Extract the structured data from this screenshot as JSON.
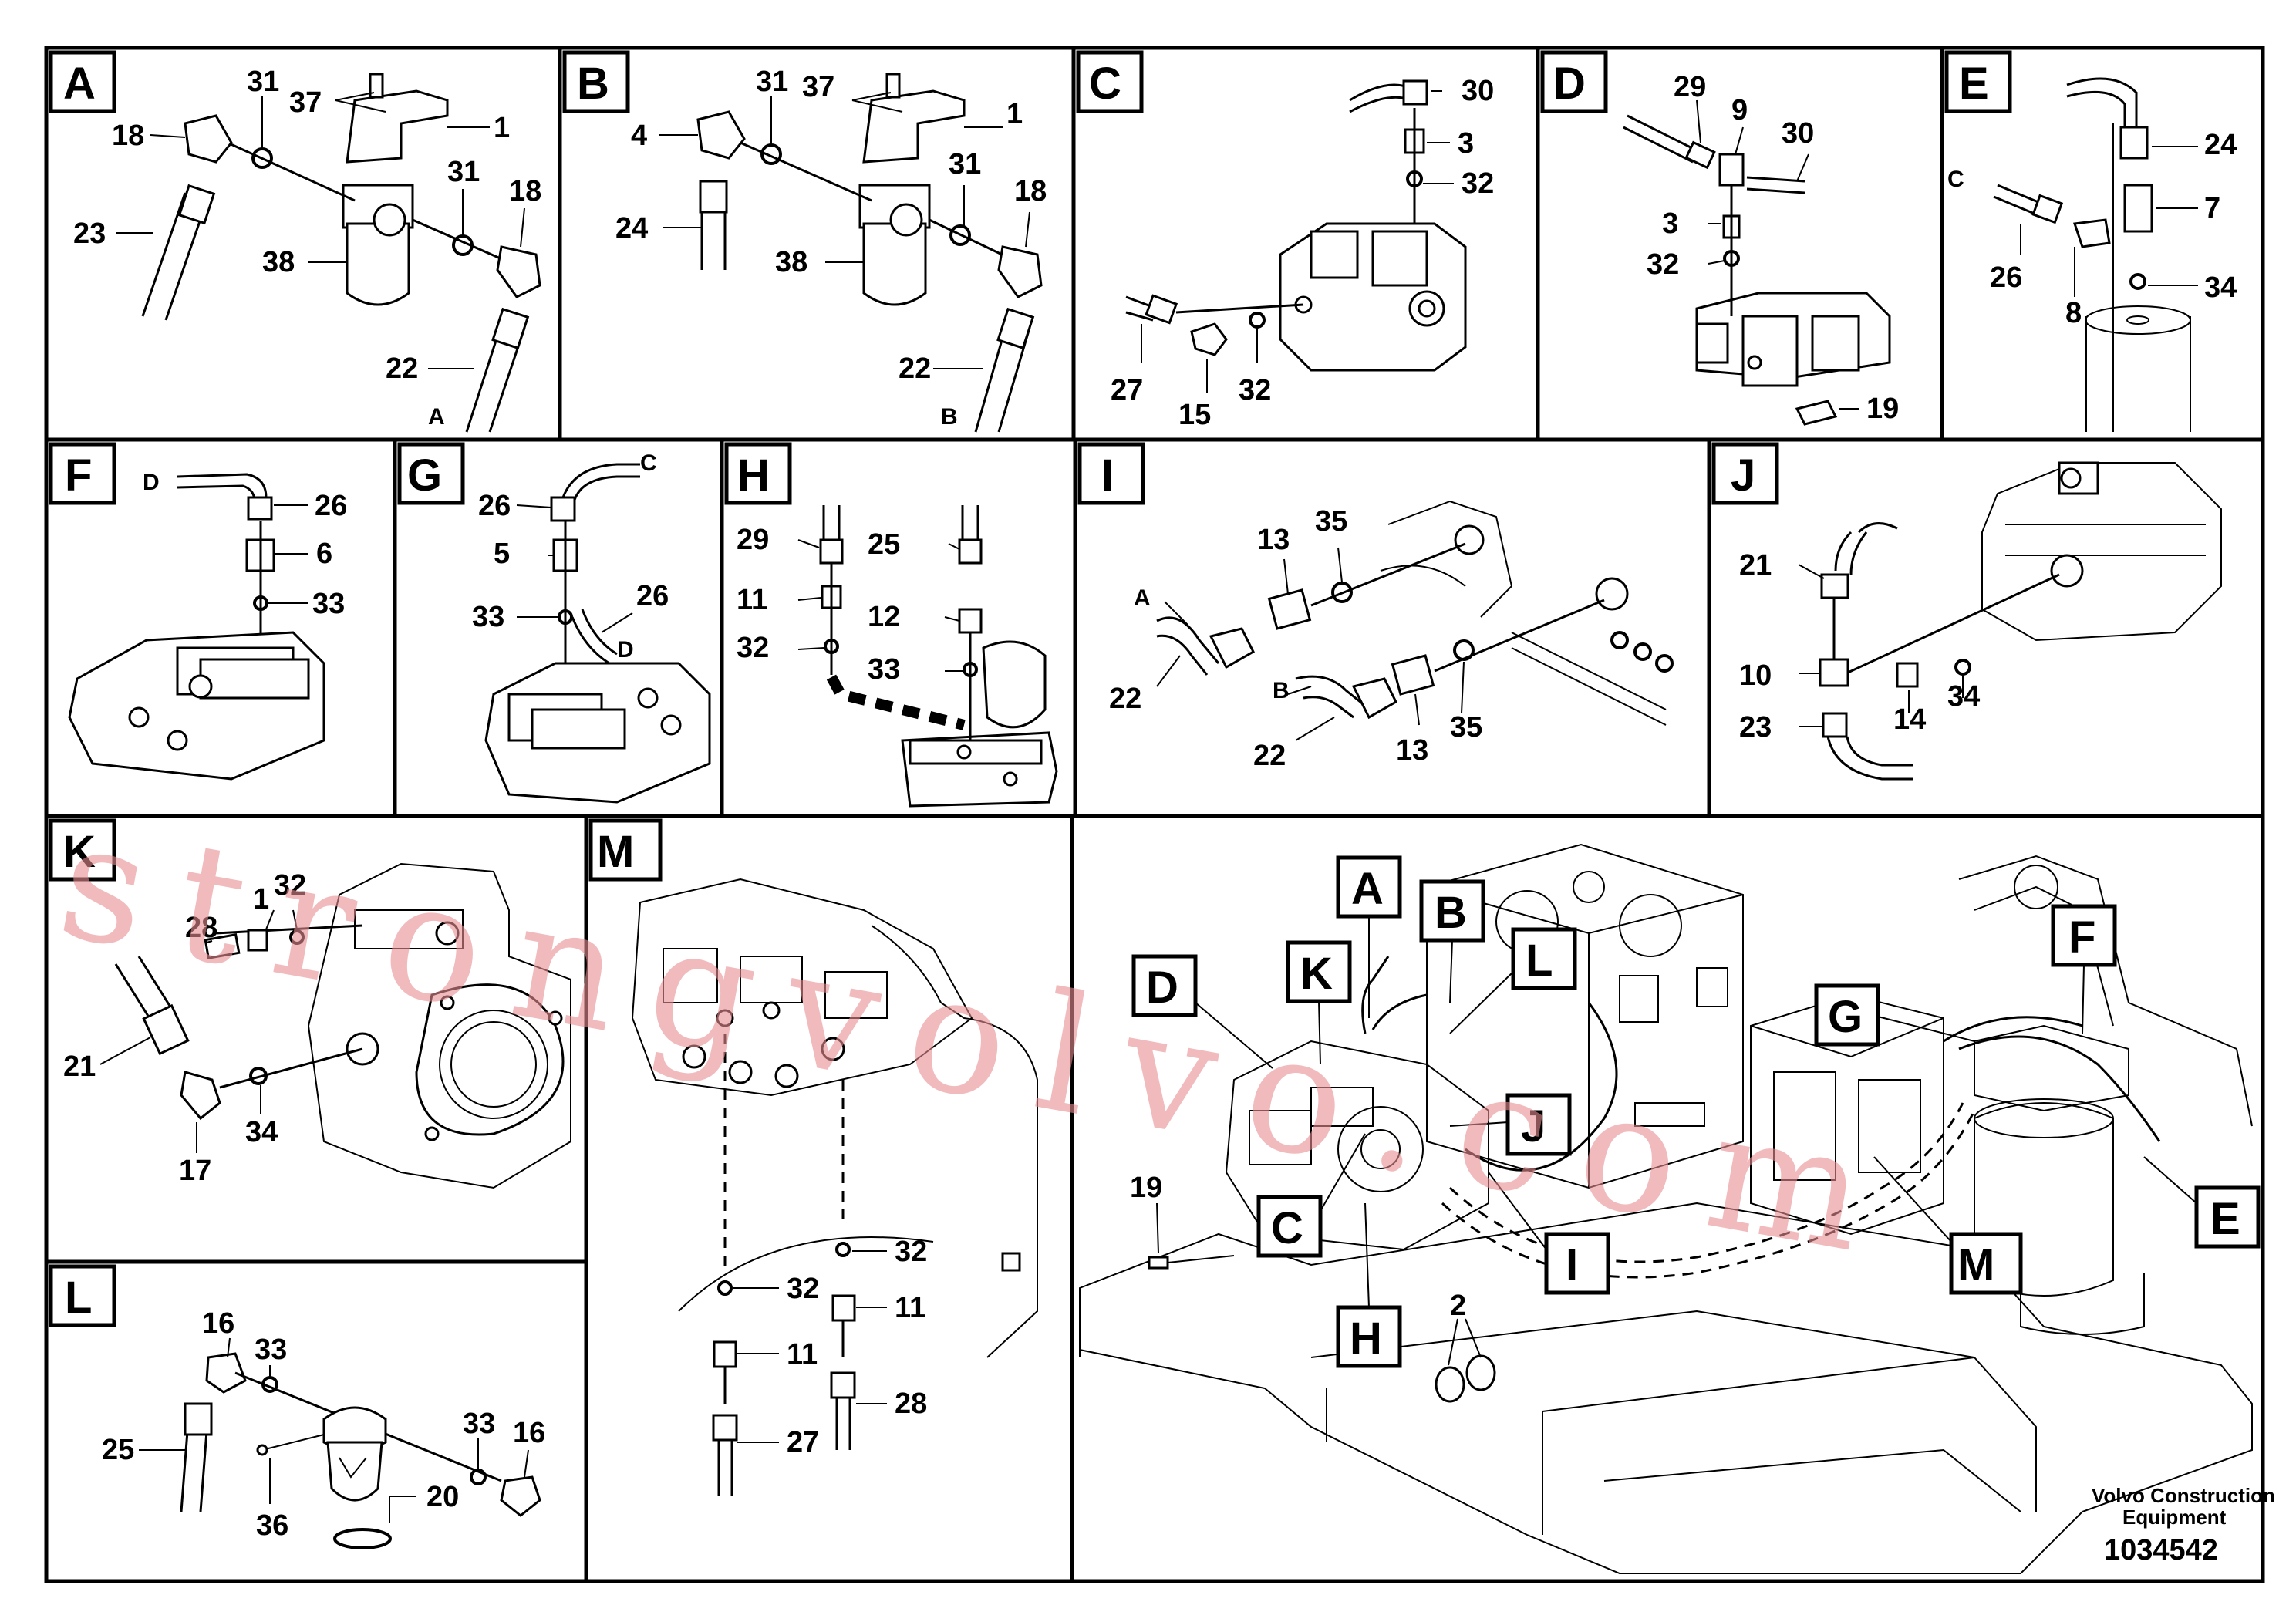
{
  "panels": [
    {
      "id": "A",
      "labels": [
        "31",
        "37",
        "1",
        "18",
        "23",
        "38",
        "31",
        "18",
        "22",
        "A"
      ]
    },
    {
      "id": "B",
      "labels": [
        "31",
        "37",
        "1",
        "4",
        "24",
        "38",
        "31",
        "18",
        "22",
        "B"
      ]
    },
    {
      "id": "C",
      "labels": [
        "30",
        "3",
        "32",
        "27",
        "15",
        "32"
      ]
    },
    {
      "id": "D",
      "labels": [
        "29",
        "9",
        "30",
        "3",
        "32",
        "19"
      ]
    },
    {
      "id": "E",
      "labels": [
        "24",
        "C",
        "7",
        "26",
        "8",
        "34"
      ]
    },
    {
      "id": "F",
      "labels": [
        "D",
        "26",
        "6",
        "33"
      ]
    },
    {
      "id": "G",
      "labels": [
        "26",
        "C",
        "5",
        "33",
        "26",
        "D"
      ]
    },
    {
      "id": "H",
      "labels": [
        "29",
        "25",
        "11",
        "12",
        "32",
        "33"
      ]
    },
    {
      "id": "I",
      "labels": [
        "13",
        "35",
        "A",
        "22",
        "B",
        "22",
        "13",
        "35"
      ]
    },
    {
      "id": "J",
      "labels": [
        "21",
        "10",
        "14",
        "34",
        "23"
      ]
    },
    {
      "id": "K",
      "labels": [
        "28",
        "1",
        "32",
        "21",
        "17",
        "34"
      ]
    },
    {
      "id": "L",
      "labels": [
        "16",
        "33",
        "25",
        "36",
        "20",
        "33",
        "16"
      ]
    },
    {
      "id": "M",
      "labels": [
        "32",
        "32",
        "11",
        "11",
        "27",
        "28"
      ]
    }
  ],
  "overview": {
    "callouts": [
      "A",
      "B",
      "D",
      "K",
      "L",
      "J",
      "C",
      "I",
      "H",
      "G",
      "F",
      "M",
      "E"
    ],
    "labels": [
      "19",
      "2"
    ]
  },
  "footer": {
    "company_line1": "Volvo Construction",
    "company_line2": "Equipment",
    "doc_number": "1034542"
  },
  "watermark": "strongvolvo.com"
}
